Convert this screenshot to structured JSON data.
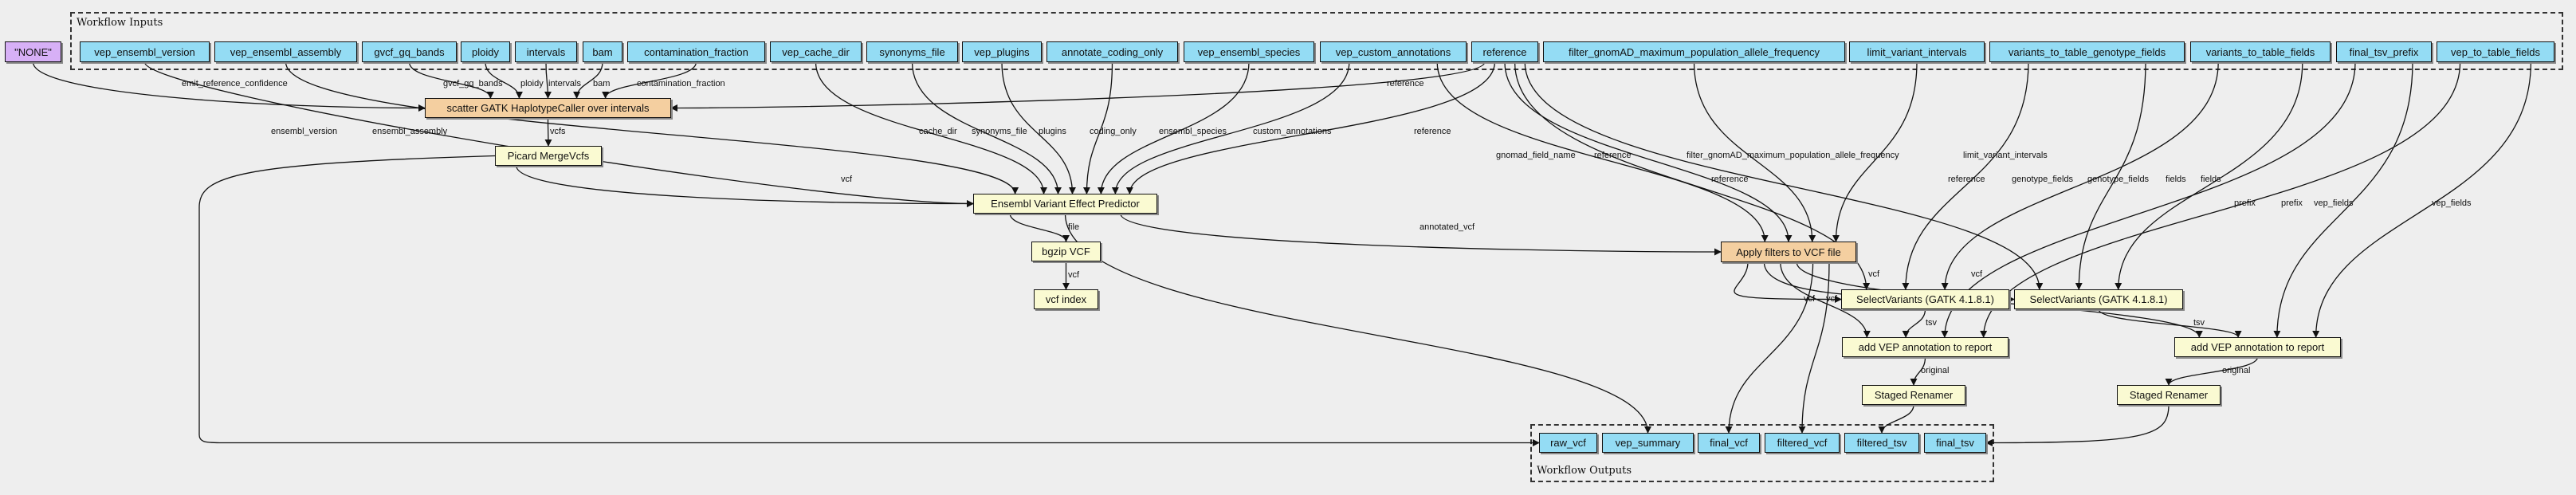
{
  "clusters": {
    "inputs_title": "Workflow Inputs",
    "outputs_title": "Workflow Outputs"
  },
  "colors": {
    "input": "#94dcf4",
    "output": "#94dcf4",
    "const": "#d7b0f6",
    "step": "#fafad2",
    "scatter": "#f4cfa0",
    "background": "#eeeeee"
  },
  "nodes": [
    {
      "id": "none",
      "label": "\"NONE\"",
      "kind": "const"
    },
    {
      "id": "vep_ensembl_version",
      "label": "vep_ensembl_version",
      "kind": "input"
    },
    {
      "id": "vep_ensembl_assembly",
      "label": "vep_ensembl_assembly",
      "kind": "input"
    },
    {
      "id": "gvcf_gq_bands",
      "label": "gvcf_gq_bands",
      "kind": "input"
    },
    {
      "id": "ploidy",
      "label": "ploidy",
      "kind": "input"
    },
    {
      "id": "intervals",
      "label": "intervals",
      "kind": "input"
    },
    {
      "id": "bam",
      "label": "bam",
      "kind": "input"
    },
    {
      "id": "contamination_fraction",
      "label": "contamination_fraction",
      "kind": "input"
    },
    {
      "id": "vep_cache_dir",
      "label": "vep_cache_dir",
      "kind": "input"
    },
    {
      "id": "synonyms_file",
      "label": "synonyms_file",
      "kind": "input"
    },
    {
      "id": "vep_plugins",
      "label": "vep_plugins",
      "kind": "input"
    },
    {
      "id": "annotate_coding_only",
      "label": "annotate_coding_only",
      "kind": "input"
    },
    {
      "id": "vep_ensembl_species",
      "label": "vep_ensembl_species",
      "kind": "input"
    },
    {
      "id": "vep_custom_annotations",
      "label": "vep_custom_annotations",
      "kind": "input"
    },
    {
      "id": "reference",
      "label": "reference",
      "kind": "input"
    },
    {
      "id": "filter_gnomad",
      "label": "filter_gnomAD_maximum_population_allele_frequency",
      "kind": "input"
    },
    {
      "id": "limit_variant_intervals",
      "label": "limit_variant_intervals",
      "kind": "input"
    },
    {
      "id": "vtt_genotype_fields",
      "label": "variants_to_table_genotype_fields",
      "kind": "input"
    },
    {
      "id": "vtt_fields",
      "label": "variants_to_table_fields",
      "kind": "input"
    },
    {
      "id": "final_tsv_prefix",
      "label": "final_tsv_prefix",
      "kind": "input"
    },
    {
      "id": "vep_to_table_fields",
      "label": "vep_to_table_fields",
      "kind": "input"
    },
    {
      "id": "haplotypecaller",
      "label": "scatter GATK HaplotypeCaller over intervals",
      "kind": "scatter"
    },
    {
      "id": "mergevcfs",
      "label": "Picard MergeVcfs",
      "kind": "step"
    },
    {
      "id": "vep",
      "label": "Ensembl Variant Effect Predictor",
      "kind": "step"
    },
    {
      "id": "bgzip",
      "label": "bgzip VCF",
      "kind": "step"
    },
    {
      "id": "vcf_index",
      "label": "vcf index",
      "kind": "step"
    },
    {
      "id": "apply_filters",
      "label": "Apply filters to VCF file",
      "kind": "scatter"
    },
    {
      "id": "select1",
      "label": "SelectVariants (GATK 4.1.8.1)",
      "kind": "step"
    },
    {
      "id": "select2",
      "label": "SelectVariants (GATK 4.1.8.1)",
      "kind": "step"
    },
    {
      "id": "addvep1",
      "label": "add VEP annotation to report",
      "kind": "step"
    },
    {
      "id": "addvep2",
      "label": "add VEP annotation to report",
      "kind": "step"
    },
    {
      "id": "renamer1",
      "label": "Staged Renamer",
      "kind": "step"
    },
    {
      "id": "renamer2",
      "label": "Staged Renamer",
      "kind": "step"
    },
    {
      "id": "raw_vcf",
      "label": "raw_vcf",
      "kind": "output"
    },
    {
      "id": "vep_summary",
      "label": "vep_summary",
      "kind": "output"
    },
    {
      "id": "final_vcf",
      "label": "final_vcf",
      "kind": "output"
    },
    {
      "id": "filtered_vcf",
      "label": "filtered_vcf",
      "kind": "output"
    },
    {
      "id": "filtered_tsv",
      "label": "filtered_tsv",
      "kind": "output"
    },
    {
      "id": "final_tsv",
      "label": "final_tsv",
      "kind": "output"
    }
  ],
  "edges": [
    {
      "from": "none",
      "to": "haplotypecaller",
      "label": "emit_reference_confidence"
    },
    {
      "from": "vep_ensembl_version",
      "to": "vep",
      "label": "ensembl_version"
    },
    {
      "from": "vep_ensembl_assembly",
      "to": "vep",
      "label": "ensembl_assembly"
    },
    {
      "from": "gvcf_gq_bands",
      "to": "haplotypecaller",
      "label": "gvcf_gq_bands"
    },
    {
      "from": "ploidy",
      "to": "haplotypecaller",
      "label": "ploidy"
    },
    {
      "from": "intervals",
      "to": "haplotypecaller",
      "label": "intervals"
    },
    {
      "from": "bam",
      "to": "haplotypecaller",
      "label": "bam"
    },
    {
      "from": "contamination_fraction",
      "to": "haplotypecaller",
      "label": "contamination_fraction"
    },
    {
      "from": "reference",
      "to": "haplotypecaller",
      "label": "reference"
    },
    {
      "from": "haplotypecaller",
      "to": "mergevcfs",
      "label": "vcfs"
    },
    {
      "from": "mergevcfs",
      "to": "vep",
      "label": "vcf"
    },
    {
      "from": "mergevcfs",
      "to": "raw_vcf",
      "label": ""
    },
    {
      "from": "vep_cache_dir",
      "to": "vep",
      "label": "cache_dir"
    },
    {
      "from": "synonyms_file",
      "to": "vep",
      "label": "synonyms_file"
    },
    {
      "from": "vep_plugins",
      "to": "vep",
      "label": "plugins"
    },
    {
      "from": "annotate_coding_only",
      "to": "vep",
      "label": "coding_only"
    },
    {
      "from": "vep_ensembl_species",
      "to": "vep",
      "label": "ensembl_species"
    },
    {
      "from": "vep_custom_annotations",
      "to": "vep",
      "label": "custom_annotations"
    },
    {
      "from": "reference",
      "to": "vep",
      "label": "reference"
    },
    {
      "from": "vep",
      "to": "bgzip",
      "label": "file"
    },
    {
      "from": "bgzip",
      "to": "vcf_index",
      "label": "vcf"
    },
    {
      "from": "vep",
      "to": "vep_summary",
      "label": ""
    },
    {
      "from": "vep",
      "to": "apply_filters",
      "label": "annotated_vcf"
    },
    {
      "from": "vep_custom_annotations",
      "to": "apply_filters",
      "label": "gnomad_field_name"
    },
    {
      "from": "reference",
      "to": "apply_filters",
      "label": "reference"
    },
    {
      "from": "filter_gnomad",
      "to": "apply_filters",
      "label": "filter_gnomAD_maximum_population_allele_frequency"
    },
    {
      "from": "limit_variant_intervals",
      "to": "apply_filters",
      "label": "limit_variant_intervals"
    },
    {
      "from": "reference",
      "to": "select1",
      "label": "reference"
    },
    {
      "from": "reference",
      "to": "select2",
      "label": "reference"
    },
    {
      "from": "vtt_genotype_fields",
      "to": "select1",
      "label": "genotype_fields"
    },
    {
      "from": "vtt_genotype_fields",
      "to": "select2",
      "label": "genotype_fields"
    },
    {
      "from": "vtt_fields",
      "to": "select1",
      "label": "fields"
    },
    {
      "from": "vtt_fields",
      "to": "select2",
      "label": "fields"
    },
    {
      "from": "apply_filters",
      "to": "select1",
      "label": "vcf"
    },
    {
      "from": "apply_filters",
      "to": "select2",
      "label": "vcf"
    },
    {
      "from": "apply_filters",
      "to": "addvep1",
      "label": "vcf"
    },
    {
      "from": "apply_filters",
      "to": "addvep2",
      "label": "vcf"
    },
    {
      "from": "apply_filters",
      "to": "final_vcf",
      "label": ""
    },
    {
      "from": "apply_filters",
      "to": "filtered_vcf",
      "label": ""
    },
    {
      "from": "select1",
      "to": "addvep1",
      "label": "tsv"
    },
    {
      "from": "select2",
      "to": "addvep2",
      "label": "tsv"
    },
    {
      "from": "final_tsv_prefix",
      "to": "addvep1",
      "label": "prefix"
    },
    {
      "from": "final_tsv_prefix",
      "to": "addvep2",
      "label": "prefix"
    },
    {
      "from": "vep_to_table_fields",
      "to": "addvep1",
      "label": "vep_fields"
    },
    {
      "from": "vep_to_table_fields",
      "to": "addvep2",
      "label": "vep_fields"
    },
    {
      "from": "addvep1",
      "to": "renamer1",
      "label": "original"
    },
    {
      "from": "addvep2",
      "to": "renamer2",
      "label": "original"
    },
    {
      "from": "renamer1",
      "to": "filtered_tsv",
      "label": ""
    },
    {
      "from": "renamer2",
      "to": "final_tsv",
      "label": ""
    }
  ]
}
